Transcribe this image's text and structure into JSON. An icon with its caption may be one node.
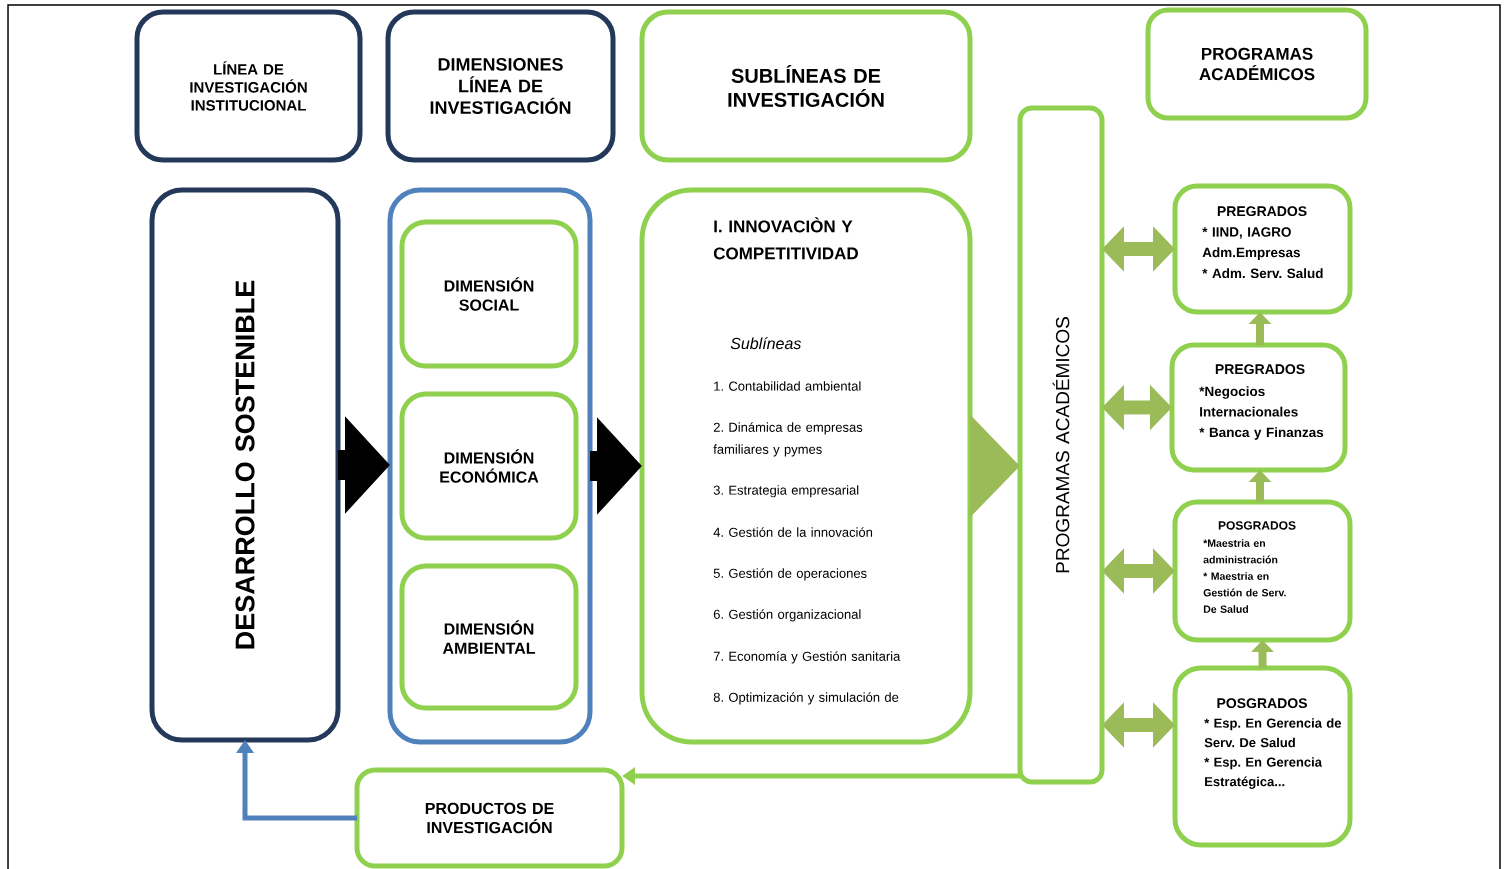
{
  "diagram": {
    "nodes": [
      {
        "text": [
          "LÍNEA DE INVESTIGACIÓN INSTITUCIONAL"
        ]
      },
      {
        "text": [
          "DIMENSIONES LÍNEA DE INVESTIGACIÓN"
        ]
      },
      {
        "text": [
          "SUBLÍNEAS DE INVESTIGACIÓN"
        ]
      },
      {
        "text": [
          "PROGRAMAS ACADÉMICOS"
        ]
      },
      {
        "text": [
          "DESARROLLO SOSTENIBLE"
        ]
      },
      {
        "text": [],
        "shape": "box"
      },
      {
        "text": [
          "DIMENSIÓN SOCIAL"
        ],
        "in": 5
      },
      {
        "text": [
          "DIMENSIÓN ECONÓMICA"
        ],
        "in": 5
      },
      {
        "text": [
          "DIMENSIÓN AMBIENTAL"
        ],
        "in": 5
      },
      {
        "text": [
          "I. INNOVACIÒN Y COMPETITIVIDAD",
          "Sublíneas",
          "1. Contabilidad ambiental",
          "2. Dinámica de empresas familiares y pymes",
          "3. Estrategia empresarial",
          "4. Gestión de la innovación",
          "5. Gestión de operaciones",
          "6. Gestión organizacional",
          "7. Economía y Gestión sanitaria",
          "8. Optimización y simulación de"
        ]
      },
      {
        "text": [
          "PROGRAMAS ACADÉMICOS"
        ]
      },
      {
        "text": [
          "PREGRADOS",
          "* IIND, IAGRO Adm.Empresas",
          "* Adm. Serv. Salud"
        ]
      },
      {
        "text": [
          "PREGRADOS",
          "*Negocios Internacionales",
          "* Banca y Finanzas"
        ]
      },
      {
        "text": [
          "POSGRADOS",
          "*Maestria en administración",
          "* Maestria en Gestión de Serv. De Salud"
        ]
      },
      {
        "text": [
          "POSGRADOS",
          "* Esp. En Gerencia de Serv. De Salud",
          "* Esp. En Gerencia Estratégica..."
        ]
      },
      {
        "text": [
          "PRODUCTOS DE INVESTIGACIÓN"
        ]
      }
    ],
    "edges": [
      {
        "from": 4,
        "to": 5,
        "arrow": "to",
        "style": "thick",
        "color": "#000000"
      },
      {
        "from": 5,
        "to": 9,
        "arrow": "to",
        "style": "thick",
        "color": "#000000"
      },
      {
        "from": 9,
        "to": 10,
        "arrow": "to",
        "style": "thick"
      },
      {
        "from": 10,
        "to": 11,
        "arrow": "both"
      },
      {
        "from": 10,
        "to": 12,
        "arrow": "both"
      },
      {
        "from": 10,
        "to": 13,
        "arrow": "both"
      },
      {
        "from": 10,
        "to": 14,
        "arrow": "both"
      },
      {
        "from": 12,
        "to": 11,
        "arrow": "to"
      },
      {
        "from": 13,
        "to": 12,
        "arrow": "to"
      },
      {
        "from": 14,
        "to": 13,
        "arrow": "to"
      },
      {
        "from": 10,
        "to": 15,
        "arrow": "to",
        "color": "#8fd14f"
      },
      {
        "from": 15,
        "to": 4,
        "arrow": "to",
        "color": "#4f81bd"
      }
    ]
  }
}
